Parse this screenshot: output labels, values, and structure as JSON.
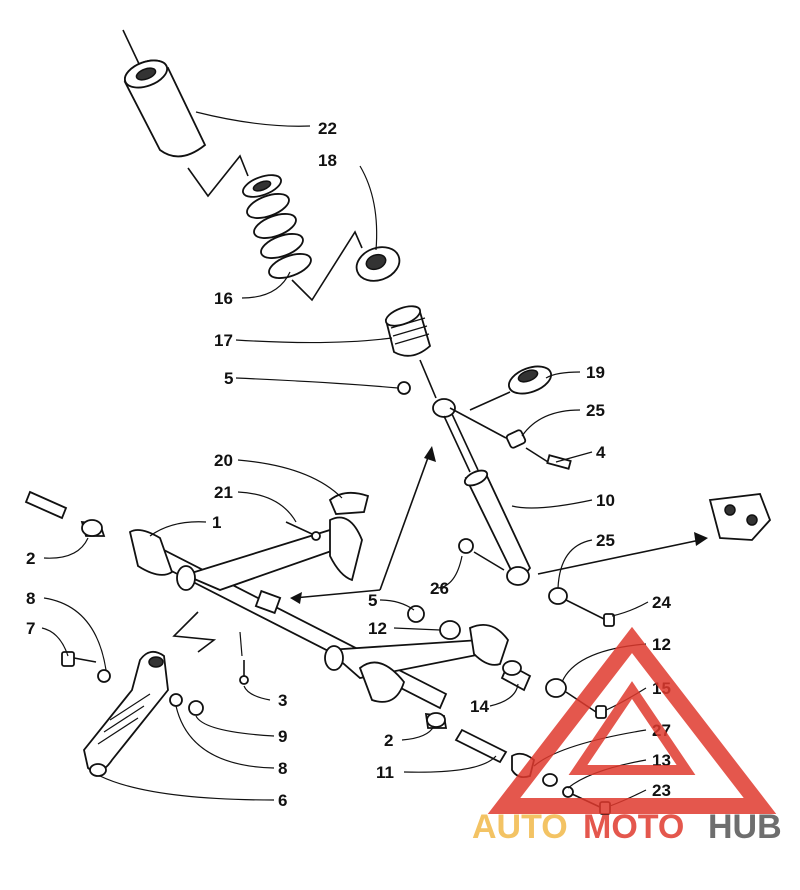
{
  "callouts": [
    "22",
    "18",
    "16",
    "17",
    "5",
    "19",
    "25",
    "4",
    "20",
    "21",
    "1",
    "10",
    "2",
    "8",
    "7",
    "26",
    "25",
    "24",
    "5",
    "12",
    "12",
    "15",
    "3",
    "14",
    "9",
    "27",
    "2",
    "8",
    "13",
    "11",
    "23",
    "6"
  ],
  "watermark": {
    "auto": "AUTO",
    "moto": "MOTO",
    "hub": "HUB",
    "color_auto": "#f2b94a",
    "color_moto": "#e03a2e",
    "color_hub": "#555555",
    "triangle_color": "#e03a2e"
  }
}
